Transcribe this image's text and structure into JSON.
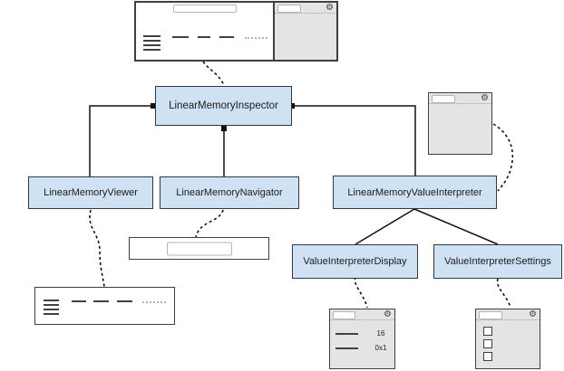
{
  "diagram": {
    "nodes": {
      "inspector": {
        "label": "LinearMemoryInspector"
      },
      "viewer": {
        "label": "LinearMemoryViewer"
      },
      "navigator": {
        "label": "LinearMemoryNavigator"
      },
      "value_interpreter": {
        "label": "LinearMemoryValueInterpreter"
      },
      "display": {
        "label": "ValueInterpreterDisplay"
      },
      "settings": {
        "label": "ValueInterpreterSettings"
      }
    },
    "display_mockup": {
      "rows": [
        {
          "value": "16"
        },
        {
          "value": "0x1"
        }
      ]
    },
    "icons": {
      "gear": "⚙"
    },
    "colors": {
      "node_fill": "#cfe2f3",
      "node_border": "#2f3a44",
      "window_fill": "#e4e4e4",
      "window_border": "#3b4043",
      "connector": "#111111"
    }
  }
}
